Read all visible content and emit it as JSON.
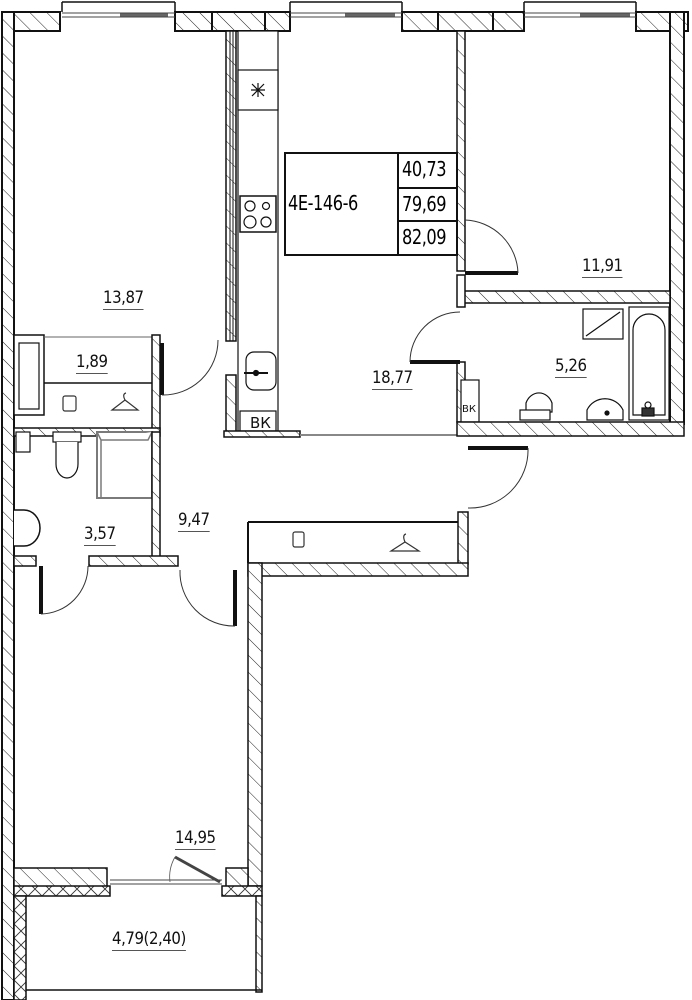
{
  "apartment": {
    "code": "4E-146-6",
    "areas": {
      "living": "40,73",
      "total": "79,69",
      "total_with_balcony": "82,09"
    }
  },
  "rooms": [
    {
      "id": "bedroom-left",
      "area": "13,87"
    },
    {
      "id": "wardrobe-left",
      "area": "1,89"
    },
    {
      "id": "bathroom-left",
      "area": "3,57"
    },
    {
      "id": "hallway",
      "area": "9,47"
    },
    {
      "id": "kitchen-living",
      "area": "18,77"
    },
    {
      "id": "bedroom-right",
      "area": "11,91"
    },
    {
      "id": "bathroom-right",
      "area": "5,26"
    },
    {
      "id": "bedroom-bottom",
      "area": "14,95"
    },
    {
      "id": "balcony",
      "area": "4,79(2,40)"
    }
  ],
  "fixtures": {
    "ventilation_label_kitchen": "ВК",
    "ventilation_label_bath": "ВК"
  },
  "colors": {
    "wall": "#111111",
    "hatch": "#222222",
    "shower": "#7a7a7a",
    "background": "#ffffff"
  }
}
